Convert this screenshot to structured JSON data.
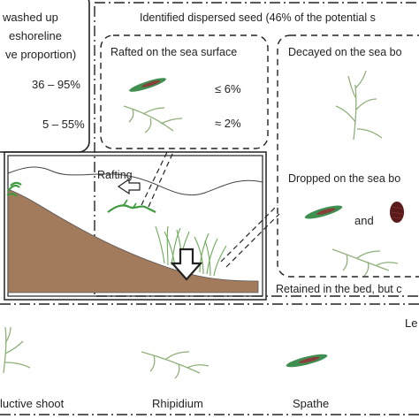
{
  "washed_up": {
    "line1": "washed up",
    "line2": "eshoreline",
    "line3": "ve proportion)",
    "value_a": "36 – 95%",
    "value_b": "5 – 55%"
  },
  "dispersed": {
    "title": "Identified dispersed seed (46% of the potential s",
    "rafted": {
      "title": "Rafted on the sea surface",
      "spathe_value": "≤ 6%",
      "rhipidium_value": "≈ 2%"
    },
    "decayed": {
      "title": "Decayed on the sea bo"
    },
    "dropped": {
      "title": "Dropped on the sea bo",
      "connector": "and"
    },
    "retained": "Retained in the bed, but c"
  },
  "scene": {
    "rafting_label": "Rafting"
  },
  "legend": {
    "title": "Le",
    "items": [
      "luctive shoot",
      "Rhipidium",
      "Spathe"
    ]
  },
  "colors": {
    "sediment": "#a27a5c",
    "seagrass": "#5fa74b",
    "spathe": "#3f8f50",
    "spathe_core": "#8a3e3a",
    "seed": "#5a1a1a",
    "line": "#222222"
  }
}
